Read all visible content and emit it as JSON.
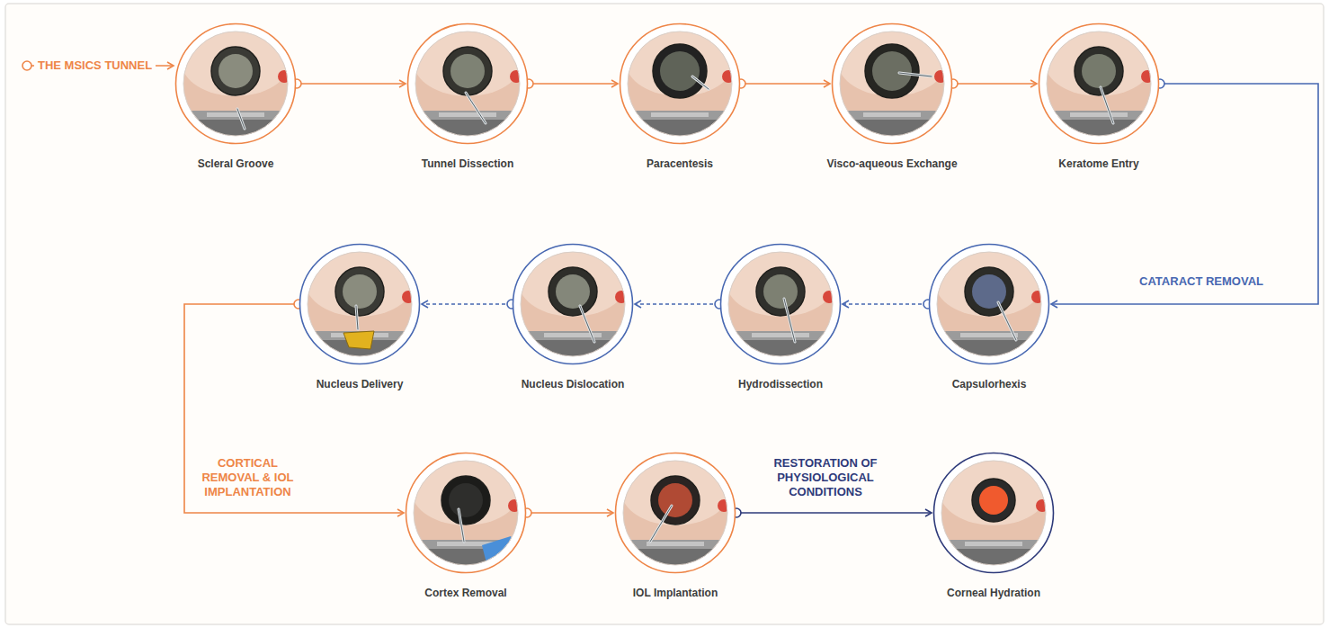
{
  "diagram": {
    "nodes": [
      {
        "text": [
          "Scleral Groove"
        ]
      },
      {
        "text": [
          "Tunnel Dissection"
        ]
      },
      {
        "text": [
          "Paracentesis"
        ]
      },
      {
        "text": [
          "Visco-aqueous Exchange"
        ]
      },
      {
        "text": [
          "Keratome Entry"
        ]
      },
      {
        "text": [
          "Capsulorhexis"
        ]
      },
      {
        "text": [
          "Hydrodissection"
        ]
      },
      {
        "text": [
          "Nucleus Dislocation"
        ]
      },
      {
        "text": [
          "Nucleus Delivery"
        ]
      },
      {
        "text": [
          "Cortex Removal"
        ]
      },
      {
        "text": [
          "IOL Implantation"
        ]
      },
      {
        "text": [
          "Corneal Hydration"
        ]
      }
    ],
    "edges": [
      {
        "from": 0,
        "to": 1,
        "arrow": "to"
      },
      {
        "from": 1,
        "to": 2,
        "arrow": "to"
      },
      {
        "from": 2,
        "to": 3,
        "arrow": "to"
      },
      {
        "from": 3,
        "to": 4,
        "arrow": "to"
      },
      {
        "from": 4,
        "to": 5,
        "arrow": "to",
        "label": "CATARACT REMOVAL"
      },
      {
        "from": 5,
        "to": 6,
        "arrow": "to"
      },
      {
        "from": 6,
        "to": 7,
        "arrow": "to"
      },
      {
        "from": 7,
        "to": 8,
        "arrow": "to"
      },
      {
        "from": 8,
        "to": 9,
        "arrow": "to",
        "label": "CORTICAL REMOVAL & IOL IMPLANTATION"
      },
      {
        "from": 9,
        "to": 10,
        "arrow": "to"
      },
      {
        "from": 10,
        "to": 11,
        "arrow": "to",
        "label": "RESTORATION OF PHYSIOLOGICAL CONDITIONS"
      }
    ],
    "labels": [
      "THE MSICS TUNNEL"
    ]
  }
}
